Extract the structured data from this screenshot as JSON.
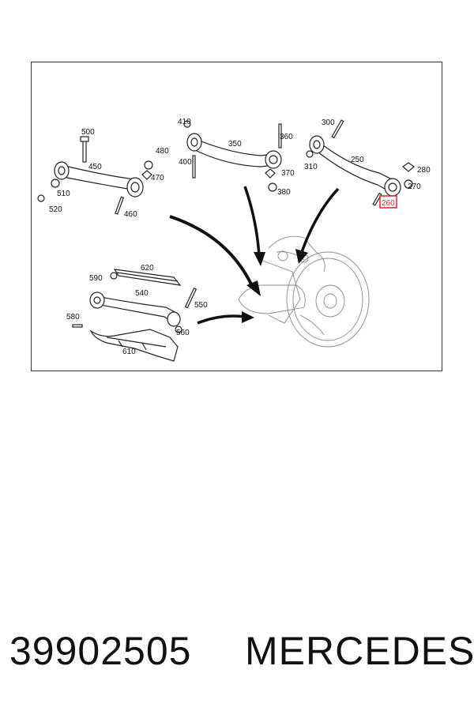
{
  "diagram": {
    "highlight_color": "#d9262b",
    "labels": {
      "l500": "500",
      "l450": "450",
      "l480": "480",
      "l470": "470",
      "l510": "510",
      "l520": "520",
      "l460": "460",
      "l410": "410",
      "l350": "350",
      "l360": "360",
      "l400": "400",
      "l370": "370",
      "l380": "380",
      "l300": "300",
      "l250": "250",
      "l310": "310",
      "l280": "280",
      "l270": "270",
      "l260": "260",
      "l620": "620",
      "l590": "590",
      "l540": "540",
      "l550": "550",
      "l580": "580",
      "l560": "560",
      "l610": "610"
    },
    "highlighted_label": "260"
  },
  "footer": {
    "part_number": "39902505",
    "brand": "MERCEDES"
  }
}
